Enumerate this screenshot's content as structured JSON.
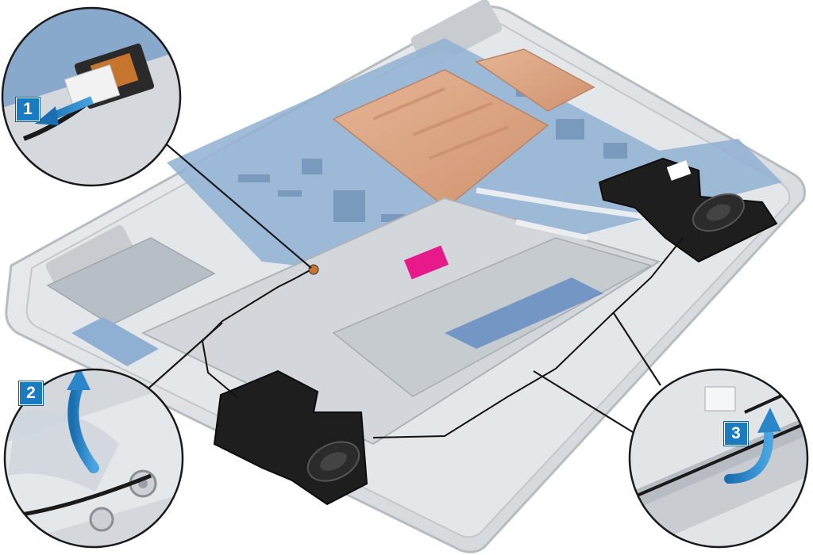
{
  "steps": [
    {
      "number": "1",
      "action": "disconnect-cable",
      "arrow_icon": "arrow-left-icon"
    },
    {
      "number": "2",
      "action": "peel-tape",
      "arrow_icon": "arrow-curved-up-icon"
    },
    {
      "number": "3",
      "action": "lift-cable",
      "arrow_icon": "arrow-curved-up-icon"
    }
  ],
  "colors": {
    "badge": "#1a7bc0",
    "arrow": "#2b86c9",
    "chassis": "#d9dcdf",
    "board": "#7fa1c7",
    "copper": "#dca583",
    "speaker": "#1e1e1e",
    "pad": "#e8198b",
    "cable": "#111111"
  }
}
